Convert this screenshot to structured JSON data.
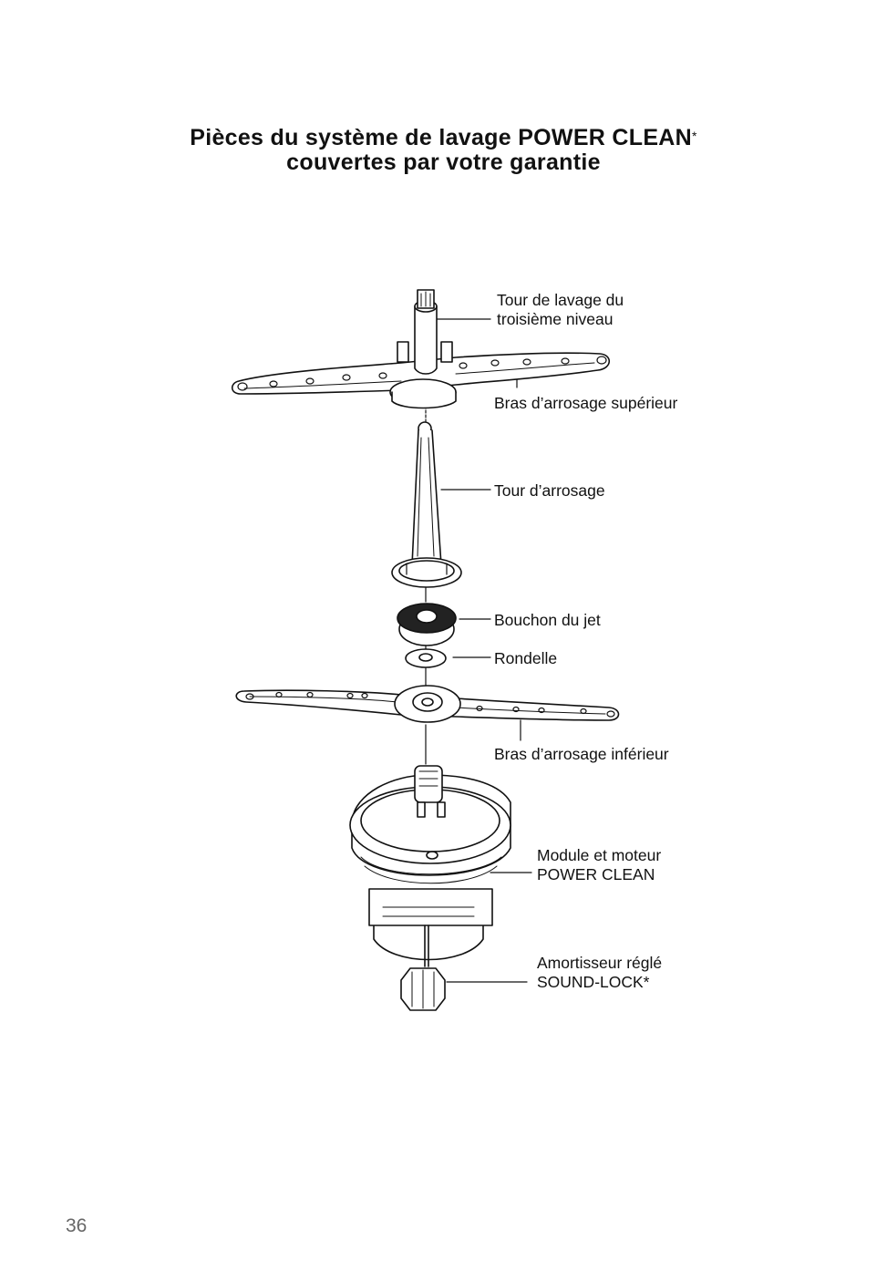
{
  "title": {
    "line1": "Pièces du système de lavage POWER CLEAN",
    "line1_mark": "*",
    "line2": "couvertes par votre garantie"
  },
  "parts": {
    "tower_third_level": {
      "line1": "Tour de lavage du",
      "line2": "troisième niveau"
    },
    "upper_arm": "Bras d’arrosage supérieur",
    "spray_tower": "Tour d’arrosage",
    "jet_plug": "Bouchon du jet",
    "washer": "Rondelle",
    "lower_arm": "Bras d’arrosage inférieur",
    "module_motor": {
      "line1": "Module et moteur",
      "line2": "POWER CLEAN"
    },
    "damper": {
      "line1": "Amortisseur réglé",
      "line2": "SOUND-LOCK*"
    }
  },
  "page_number": "36"
}
